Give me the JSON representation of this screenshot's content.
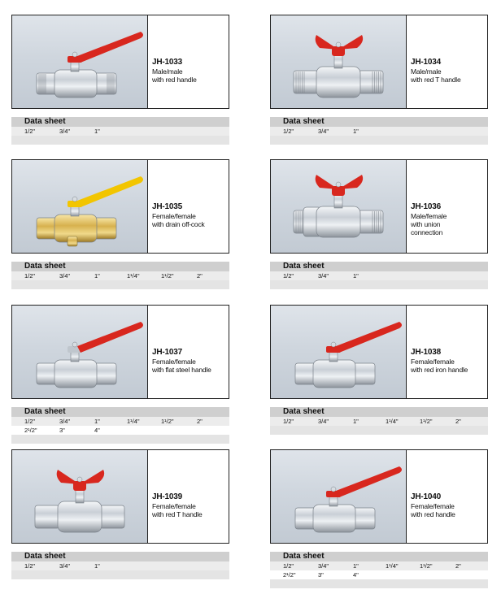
{
  "data_sheet_label": "Data sheet",
  "products": [
    {
      "model": "JH-1033",
      "lines": [
        "Male/male",
        "with red handle"
      ],
      "sizes": [
        [
          "1/2\"",
          "3/4\"",
          "1\""
        ]
      ],
      "handle_color": "#d8271e"
    },
    {
      "model": "JH-1034",
      "lines": [
        "Male/male",
        "with red T handle"
      ],
      "sizes": [
        [
          "1/2\"",
          "3/4\"",
          "1\""
        ]
      ],
      "handle_color": "#d8271e"
    },
    {
      "model": "JH-1035",
      "lines": [
        "Female/female",
        "with drain off-cock"
      ],
      "sizes": [
        [
          "1/2\"",
          "3/4\"",
          "1\"",
          "1¹/4\"",
          "1¹/2\"",
          "2\""
        ]
      ],
      "handle_color": "#f2c500"
    },
    {
      "model": "JH-1036",
      "lines": [
        "Male/female",
        "with union",
        "connection"
      ],
      "sizes": [
        [
          "1/2\"",
          "3/4\"",
          "1\""
        ]
      ],
      "handle_color": "#d8271e"
    },
    {
      "model": "JH-1037",
      "lines": [
        "Female/female",
        "with flat steel handle"
      ],
      "sizes": [
        [
          "1/2\"",
          "3/4\"",
          "1\"",
          "1¹/4\"",
          "1¹/2\"",
          "2\""
        ],
        [
          "2¹/2\"",
          "3\"",
          "4\""
        ]
      ],
      "handle_color": "#d8271e"
    },
    {
      "model": "JH-1038",
      "lines": [
        "Female/female",
        "with red iron handle"
      ],
      "sizes": [
        [
          "1/2\"",
          "3/4\"",
          "1\"",
          "1¹/4\"",
          "1¹/2\"",
          "2\""
        ]
      ],
      "handle_color": "#d8271e"
    },
    {
      "model": "JH-1039",
      "lines": [
        "Female/female",
        "with red T handle"
      ],
      "sizes": [
        [
          "1/2\"",
          "3/4\"",
          "1\""
        ]
      ],
      "handle_color": "#d8271e"
    },
    {
      "model": "JH-1040",
      "lines": [
        "Female/female",
        "with red handle"
      ],
      "sizes": [
        [
          "1/2\"",
          "3/4\"",
          "1\"",
          "1¹/4\"",
          "1¹/2\"",
          "2\""
        ],
        [
          "2¹/2\"",
          "3\"",
          "4\""
        ]
      ],
      "handle_color": "#d8271e"
    }
  ]
}
